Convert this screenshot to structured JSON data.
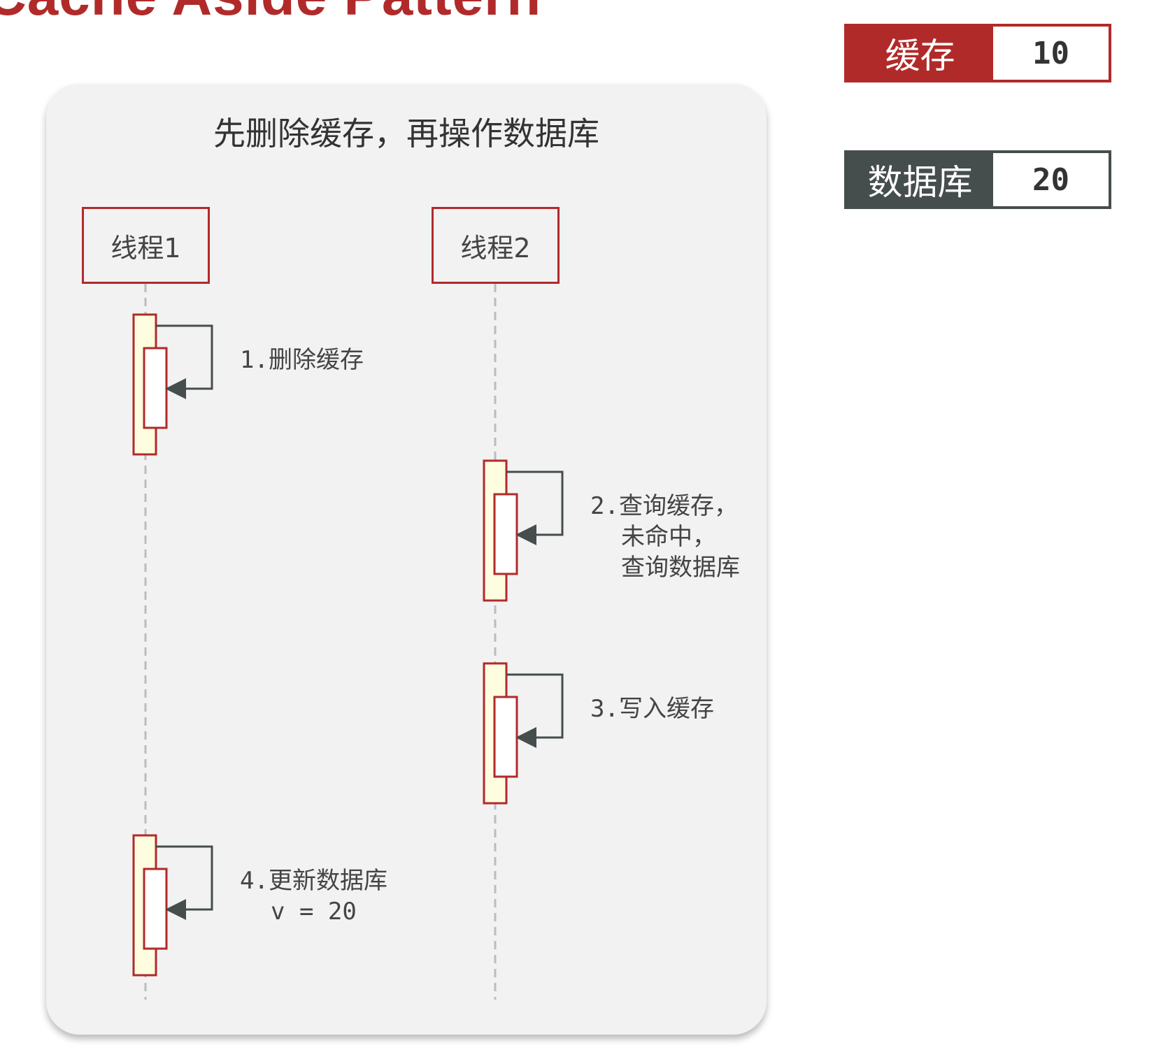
{
  "heading": "Cache Aside Pattern",
  "cache_box": {
    "label": "缓存",
    "value": "10",
    "color": "#b12a2a"
  },
  "db_box": {
    "label": "数据库",
    "value": "20",
    "color": "#454d4d"
  },
  "diagram": {
    "title": "先删除缓存，再操作数据库",
    "threads": [
      {
        "label": "线程1"
      },
      {
        "label": "线程2"
      }
    ],
    "steps": [
      {
        "thread": 1,
        "lines": [
          "1.删除缓存"
        ]
      },
      {
        "thread": 2,
        "lines": [
          "2.查询缓存，",
          "未命中，",
          "查询数据库"
        ]
      },
      {
        "thread": 2,
        "lines": [
          "3.写入缓存"
        ]
      },
      {
        "thread": 1,
        "lines": [
          "4.更新数据库",
          "v = 20"
        ]
      }
    ]
  },
  "colors": {
    "accent_red": "#b12a2a",
    "dark_gray": "#454d4d",
    "activation_fill": "#fffde0",
    "panel_bg": "#f2f2f2"
  }
}
